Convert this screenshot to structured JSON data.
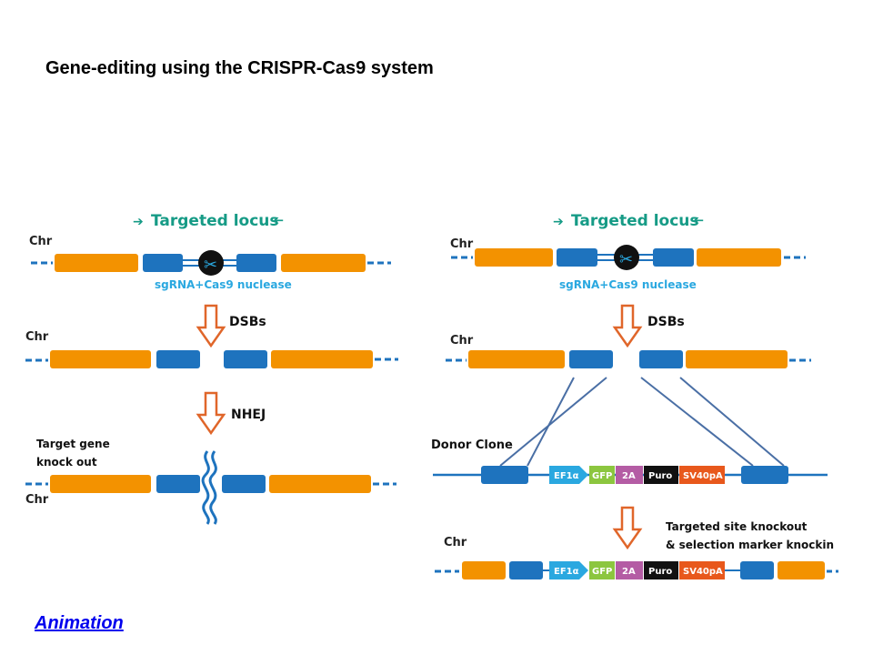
{
  "title": "Gene-editing using the CRISPR-Cas9 system",
  "link": {
    "label": "Animation"
  },
  "left_panel": {
    "heading": "Targeted locus",
    "chr_label": "Chr",
    "cas9_label": "sgRNA+Cas9 nuclease",
    "step1": "DSBs",
    "step2": "NHEJ",
    "result_line1": "Target gene",
    "result_line2": "knock out"
  },
  "right_panel": {
    "heading": "Targeted locus",
    "chr_label": "Chr",
    "cas9_label": "sgRNA+Cas9 nuclease",
    "step1": "DSBs",
    "donor_label": "Donor Clone",
    "result_line1": "Targeted site knockout",
    "result_line2": "& selection marker knockin",
    "cassette": [
      "EF1α",
      "GFP",
      "2A",
      "Puro",
      "SV40pA"
    ]
  },
  "colors": {
    "orange": "#f39200",
    "blue": "#1e73be",
    "teal": "#169b86",
    "cyan": "#2aa8e0",
    "arrow": "#e0662a",
    "gfp": "#8cc63f",
    "twoA": "#b45ca4",
    "puro": "#111111",
    "sv40": "#e8581c"
  }
}
